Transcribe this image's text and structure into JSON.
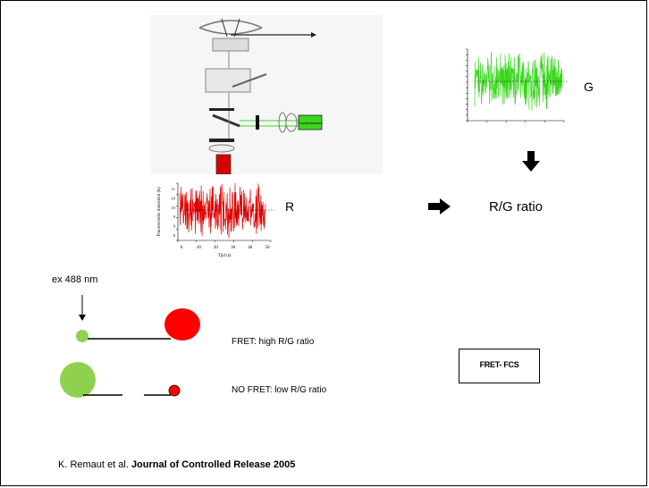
{
  "labels": {
    "g": "G",
    "r": "R",
    "ratio": "R/G ratio",
    "excitation": "ex 488 nm",
    "fret_high": "FRET: high R/G ratio",
    "fret_low": "NO FRET: low R/G ratio",
    "method_box": "FRET- FCS"
  },
  "setup_labels": {
    "detector": "Counter/detector"
  },
  "red_trace": {
    "ylabel": "Fluorescentie intensiteit (k)",
    "xlabel": "Tijd (s)",
    "x_ticks": [
      "0",
      "10",
      "20",
      "30",
      "40",
      "50"
    ],
    "y_ticks": [
      "11",
      "10",
      "10",
      "9",
      "9",
      "8"
    ]
  },
  "citation": {
    "authors": "K. Remaut et al.",
    "journal": "Journal of Controlled Release 2005"
  },
  "colors": {
    "green": "#3ad61f",
    "red": "#e00000",
    "dot_green": "#8fd14f",
    "dot_red": "#ff0000"
  }
}
